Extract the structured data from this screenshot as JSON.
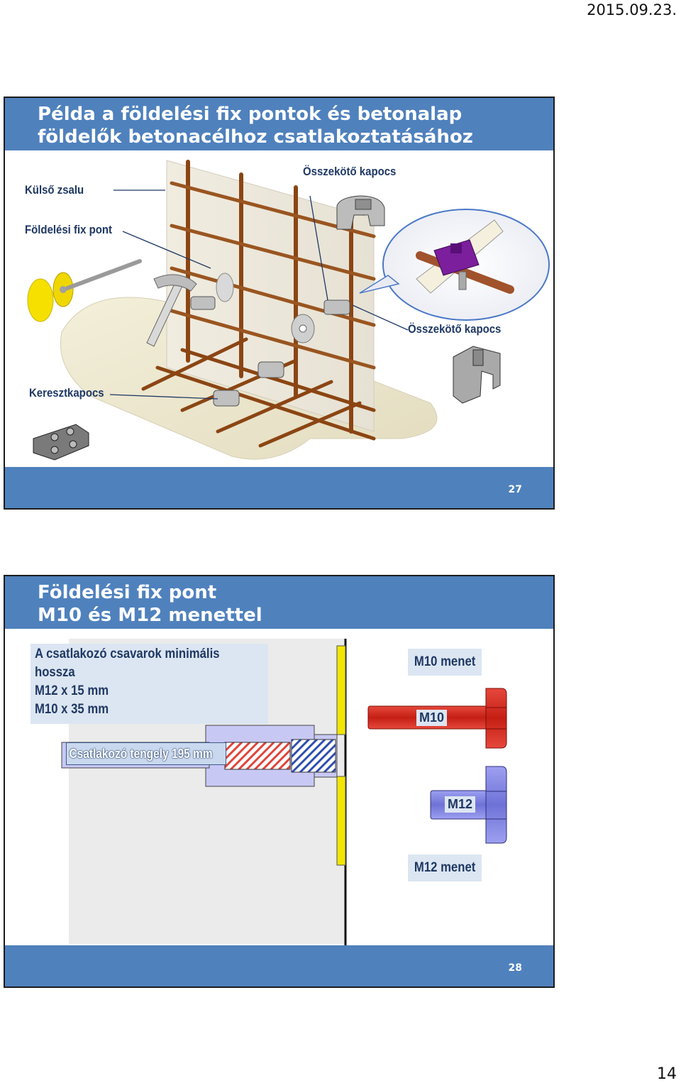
{
  "page": {
    "date": "2015.09.23.",
    "number": "14"
  },
  "slide1": {
    "title_line1": "Példa a földelési fix pontok és betonalap",
    "title_line2": "földelők betonacélhoz csatlakoztatásához",
    "labels": {
      "kulso_zsalu": "Külső zsalu",
      "foldelesi_fix_pont": "Földelési fix pont",
      "osszekoto_kapocs_top": "Összekötő kapocs",
      "osszekoto_kapocs_right": "Összekötő kapocs",
      "keresztkapocs": "Keresztkapocs"
    },
    "slide_number": "27"
  },
  "slide2": {
    "title_line1": "Földelési fix pont",
    "title_line2": "M10 és M12 menettel",
    "info": {
      "line1": "A csatlakozó csavarok minimális",
      "line2": "hossza",
      "line3": "M12 x 15 mm",
      "line4": "M10 x 35 mm"
    },
    "axis_label": "Csatlakozó tengely 195 mm",
    "m10_menet": "M10 menet",
    "m10": "M10",
    "m12": "M12",
    "m12_menet": "M12 menet",
    "slide_number": "28"
  },
  "colors": {
    "title_bar": "#4f81bd",
    "rebar": "#8b4513",
    "m10_bolt": "#d42a1e",
    "m12_bolt": "#7b7fe0",
    "plate": "#f2e600"
  }
}
